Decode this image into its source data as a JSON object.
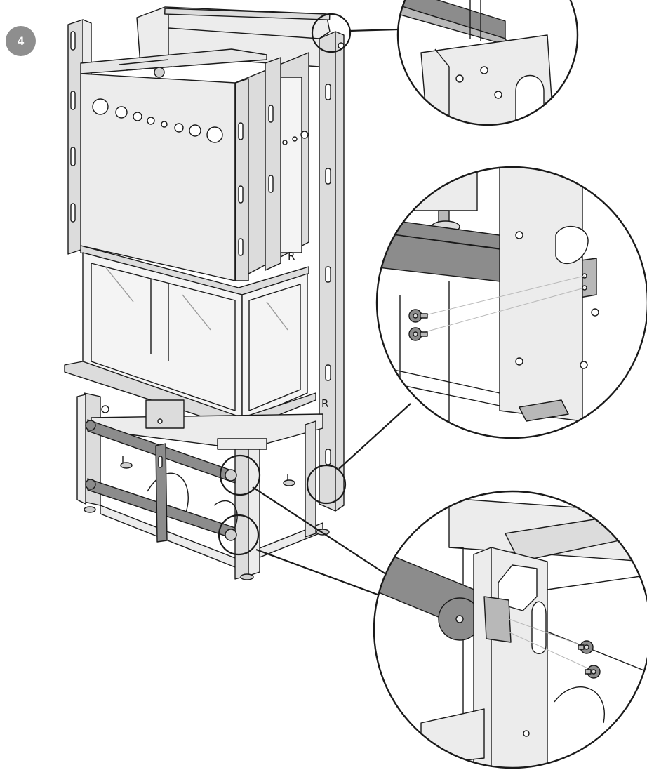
{
  "step": {
    "number": "4"
  },
  "markings": {
    "frame_letter_upper": "R",
    "frame_letter_lower": "R"
  },
  "colors": {
    "line": "#1a1a1a",
    "metal": "#dcdcdc",
    "metal_light": "#ececec",
    "metal_dark": "#b8b8b8",
    "strap": "#8c8c8c",
    "glass": "#f4f4f4",
    "badge": "#8e8e8e"
  },
  "detail_callouts": [
    {
      "id": "top-rail-detail",
      "depicts": "top-rail-fixing"
    },
    {
      "id": "side-bracket-detail",
      "depicts": "bracket-with-two-screws"
    },
    {
      "id": "strap-detail",
      "depicts": "strap-end-with-two-screws"
    }
  ]
}
